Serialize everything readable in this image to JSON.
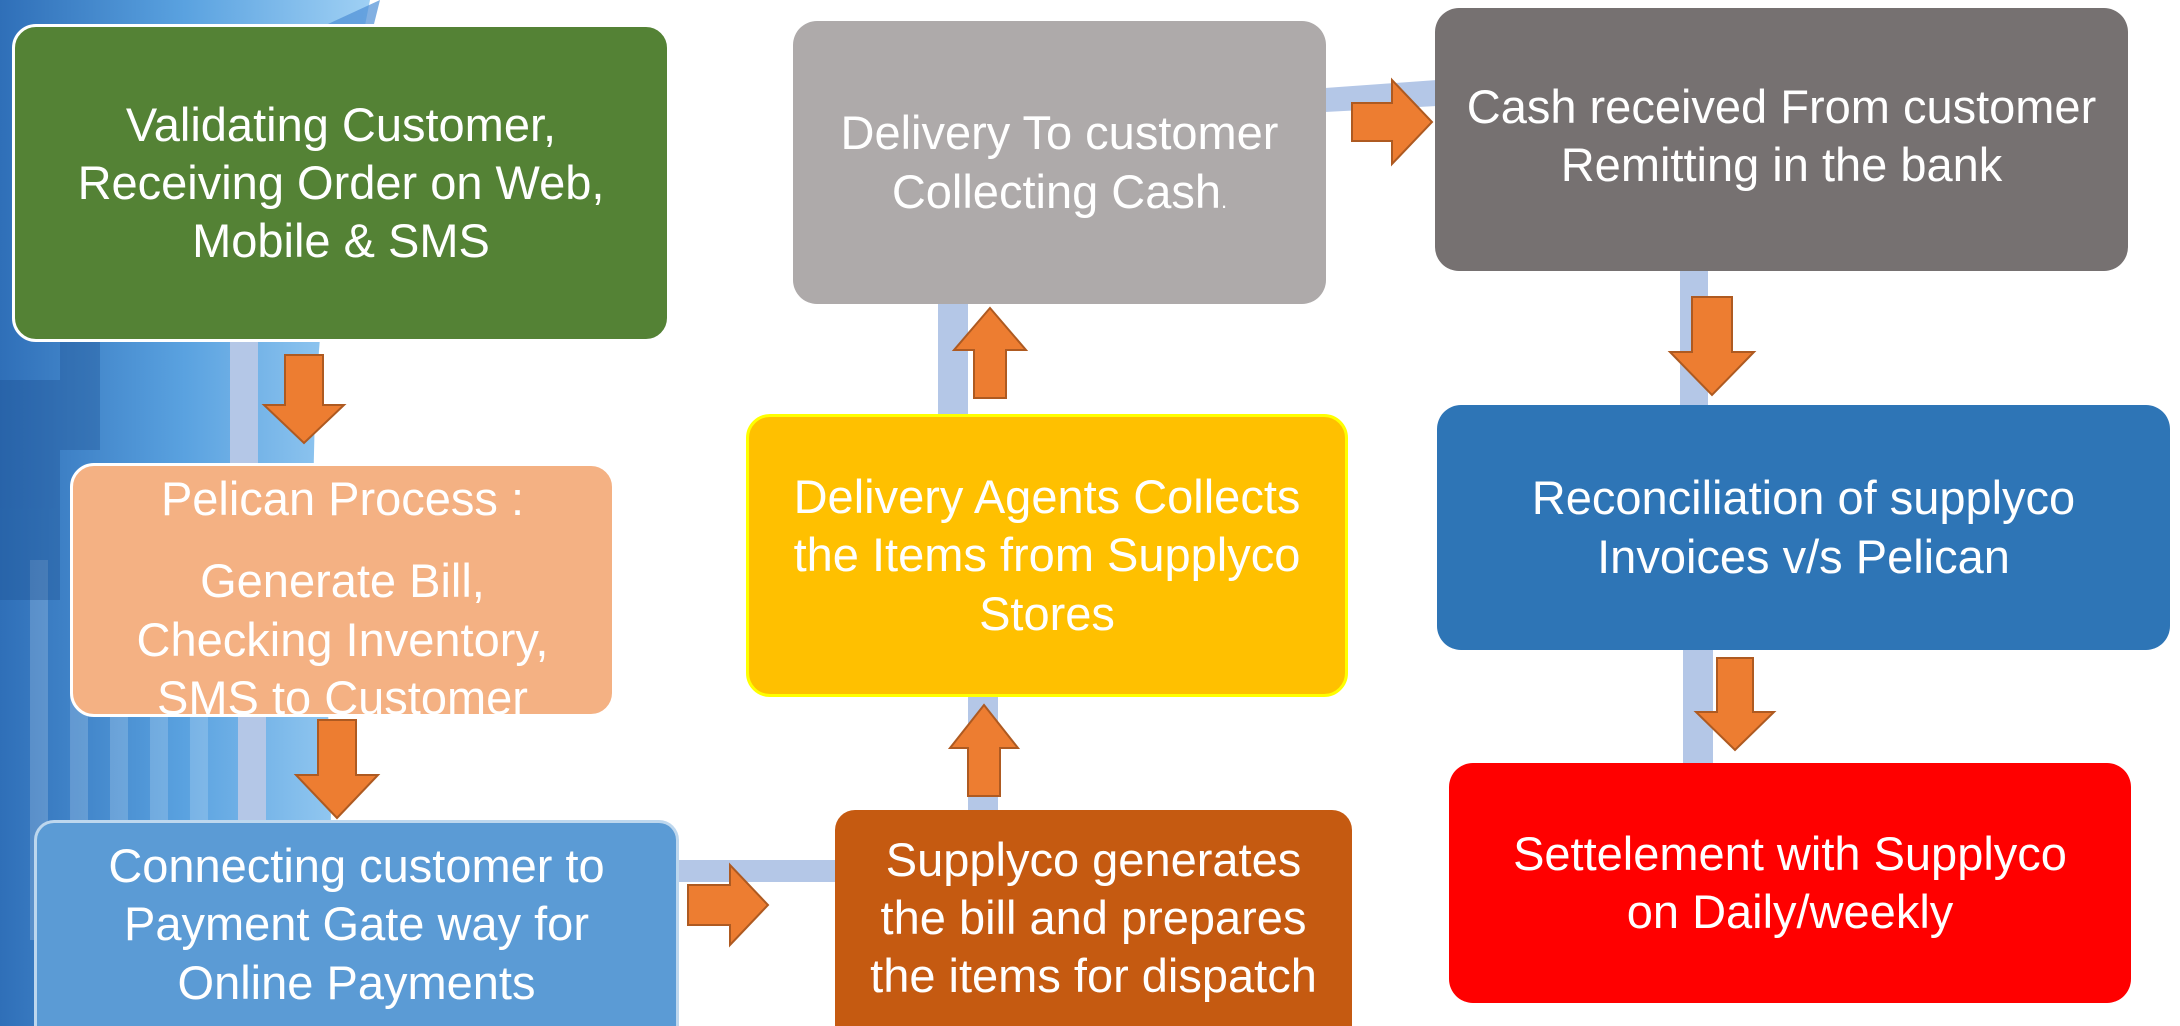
{
  "nodes": {
    "validate": {
      "lines": [
        "Validating Customer,",
        "Receiving Order  on Web,",
        "Mobile & SMS"
      ]
    },
    "pelican": {
      "title": "Pelican Process :",
      "lines": [
        "Generate Bill,",
        "Checking Inventory,",
        "SMS to Customer"
      ]
    },
    "payment": {
      "lines": [
        "Connecting customer to",
        "Payment Gate way for",
        "Online Payments"
      ]
    },
    "supplyco_bill": {
      "lines": [
        "Supplyco generates",
        "the bill and prepares",
        "the items for dispatch"
      ]
    },
    "delivery_agents": {
      "lines": [
        "Delivery Agents  Collects",
        "the Items from Supplyco",
        "Stores"
      ]
    },
    "delivery_customer": {
      "line1": "Delivery To customer",
      "line2": "Collecting Cash",
      "line2_suffix": "."
    },
    "cash_received": {
      "lines": [
        "Cash received From customer",
        "Remitting in the bank"
      ]
    },
    "reconciliation": {
      "lines": [
        "Reconciliation of  supplyco",
        "Invoices v/s Pelican"
      ]
    },
    "settlement": {
      "lines": [
        "Settelement  with Supplyco",
        "on Daily/weekly"
      ]
    }
  },
  "colors": {
    "green": "#548235",
    "peach": "#f4b183",
    "light_blue": "#5b9bd5",
    "grey": "#aeaaaa",
    "yellow": "#ffc000",
    "brown": "#c55a11",
    "dark_grey": "#767171",
    "blue": "#2e75b6",
    "red": "#ff0000",
    "arrow": "#ed7d31",
    "connector": "#b4c7e7"
  }
}
